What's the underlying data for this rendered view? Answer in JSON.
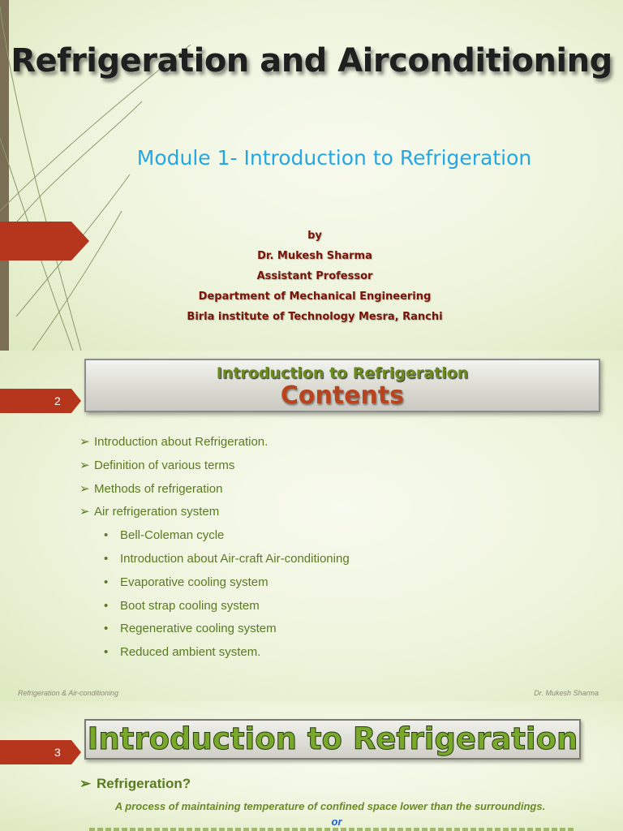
{
  "slide1": {
    "title": "Refrigeration and Airconditioning",
    "module": "Module 1- Introduction to Refrigeration",
    "by_label": "by",
    "author": "Dr. Mukesh Sharma",
    "position": "Assistant Professor",
    "department": "Department of Mechanical Engineering",
    "institute": "Birla institute of Technology Mesra, Ranchi"
  },
  "slide2": {
    "number": "2",
    "header_small": "Introduction to Refrigeration",
    "header_big": "Contents",
    "items": [
      "Introduction about Refrigeration.",
      "Definition of various terms",
      "Methods of refrigeration",
      "Air refrigeration system"
    ],
    "subitems": [
      "Bell-Coleman cycle",
      "Introduction about Air-craft Air-conditioning",
      "Evaporative cooling system",
      "Boot strap cooling system",
      "Regenerative cooling system",
      "Reduced ambient system."
    ],
    "footer_left": "Refrigeration & Air-conditioning",
    "footer_right": "Dr. Mukesh Sharma"
  },
  "slide3": {
    "number": "3",
    "title": "Introduction to Refrigeration",
    "question": "Refrigeration?",
    "definition": "A process of maintaining temperature of confined space lower than the surroundings.",
    "or_label": "or"
  },
  "bullets": {
    "arrow": "➢",
    "dot": "•"
  },
  "colors": {
    "accent_red": "#b5361c",
    "text_green": "#5a7a22",
    "subtitle_blue": "#26a6e3"
  }
}
